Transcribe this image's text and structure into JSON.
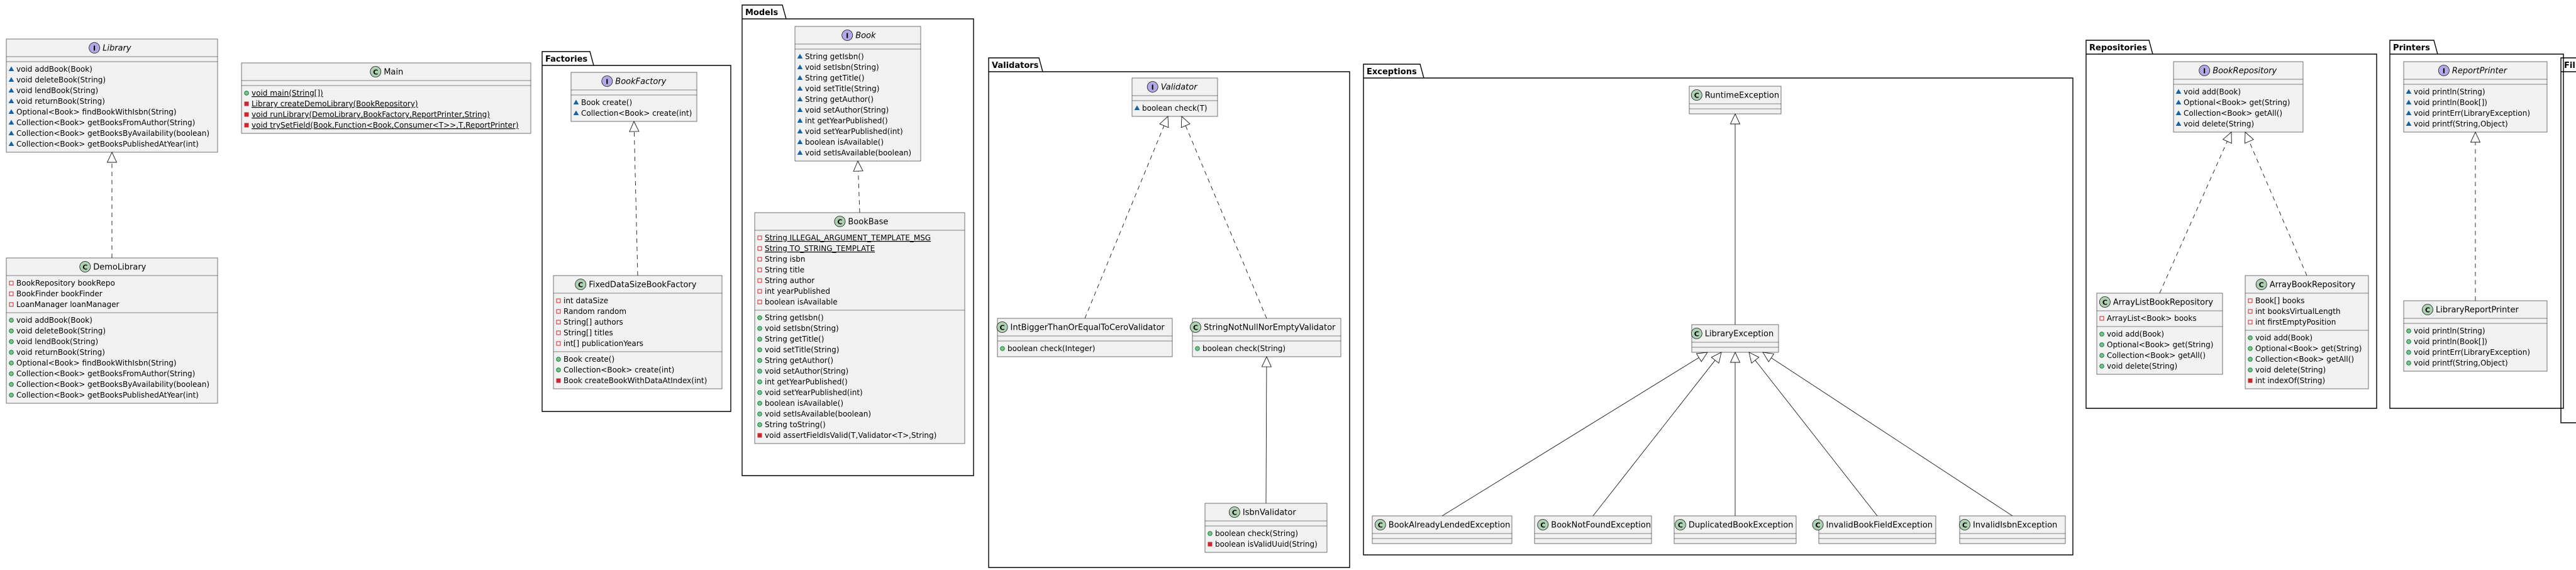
{
  "colors": {
    "class_fill": "#f1f1f1",
    "border": "#181818",
    "class_badge": "#add1b2",
    "interface_badge": "#b4a7e5",
    "public": "#84be84",
    "private": "#c82930",
    "package_access": "#1963a0",
    "package_private": "#c82930"
  },
  "packages": [
    {
      "id": "factories",
      "name": "Factories"
    },
    {
      "id": "models",
      "name": "Models"
    },
    {
      "id": "validators",
      "name": "Validators"
    },
    {
      "id": "exceptions",
      "name": "Exceptions"
    },
    {
      "id": "repositories",
      "name": "Repositories"
    },
    {
      "id": "printers",
      "name": "Printers"
    },
    {
      "id": "filters",
      "name": "Fil"
    }
  ],
  "classes": [
    {
      "id": "Library",
      "kind": "interface",
      "name": "Library",
      "fields": [],
      "methods": [
        {
          "vis": "package",
          "text": "void addBook(Book)"
        },
        {
          "vis": "package",
          "text": "void deleteBook(String)"
        },
        {
          "vis": "package",
          "text": "void lendBook(String)"
        },
        {
          "vis": "package",
          "text": "void returnBook(String)"
        },
        {
          "vis": "package",
          "text": "Optional<Book> findBookWithIsbn(String)"
        },
        {
          "vis": "package",
          "text": "Collection<Book> getBooksFromAuthor(String)"
        },
        {
          "vis": "package",
          "text": "Collection<Book> getBooksByAvailability(boolean)"
        },
        {
          "vis": "package",
          "text": "Collection<Book> getBooksPublishedAtYear(int)"
        }
      ]
    },
    {
      "id": "DemoLibrary",
      "kind": "class",
      "name": "DemoLibrary",
      "fields": [
        {
          "vis": "private",
          "text": "BookRepository bookRepo"
        },
        {
          "vis": "private",
          "text": "BookFinder bookFinder"
        },
        {
          "vis": "private",
          "text": "LoanManager loanManager"
        }
      ],
      "methods": [
        {
          "vis": "public",
          "text": "void addBook(Book)"
        },
        {
          "vis": "public",
          "text": "void deleteBook(String)"
        },
        {
          "vis": "public",
          "text": "void lendBook(String)"
        },
        {
          "vis": "public",
          "text": "void returnBook(String)"
        },
        {
          "vis": "public",
          "text": "Optional<Book> findBookWithIsbn(String)"
        },
        {
          "vis": "public",
          "text": "Collection<Book> getBooksFromAuthor(String)"
        },
        {
          "vis": "public",
          "text": "Collection<Book> getBooksByAvailability(boolean)"
        },
        {
          "vis": "public",
          "text": "Collection<Book> getBooksPublishedAtYear(int)"
        }
      ]
    },
    {
      "id": "Main",
      "kind": "class",
      "name": "Main",
      "fields": [],
      "methods": [
        {
          "vis": "public",
          "text": "void main(String[])",
          "static": true
        },
        {
          "vis": "private",
          "text": "Library createDemoLibrary(BookRepository)",
          "static": true
        },
        {
          "vis": "private",
          "text": "void runLibrary(DemoLibrary,BookFactory,ReportPrinter,String)",
          "static": true
        },
        {
          "vis": "private",
          "text": "void trySetField(Book,Function<Book,Consumer<T>>,T,ReportPrinter)",
          "static": true
        }
      ]
    },
    {
      "id": "BookFactory",
      "kind": "interface",
      "name": "BookFactory",
      "fields": [],
      "methods": [
        {
          "vis": "package",
          "text": "Book create()"
        },
        {
          "vis": "package",
          "text": "Collection<Book> create(int)"
        }
      ]
    },
    {
      "id": "FixedDataSizeBookFactory",
      "kind": "class",
      "name": "FixedDataSizeBookFactory",
      "fields": [
        {
          "vis": "private",
          "text": "int dataSize"
        },
        {
          "vis": "private",
          "text": "Random random"
        },
        {
          "vis": "private",
          "text": "String[] authors"
        },
        {
          "vis": "private",
          "text": "String[] titles"
        },
        {
          "vis": "private",
          "text": "int[] publicationYears"
        }
      ],
      "methods": [
        {
          "vis": "public",
          "text": "Book create()"
        },
        {
          "vis": "public",
          "text": "Collection<Book> create(int)"
        },
        {
          "vis": "private",
          "text": "Book createBookWithDataAtIndex(int)"
        }
      ]
    },
    {
      "id": "Book",
      "kind": "interface",
      "name": "Book",
      "fields": [],
      "methods": [
        {
          "vis": "package",
          "text": "String getIsbn()"
        },
        {
          "vis": "package",
          "text": "void setIsbn(String)"
        },
        {
          "vis": "package",
          "text": "String getTitle()"
        },
        {
          "vis": "package",
          "text": "void setTitle(String)"
        },
        {
          "vis": "package",
          "text": "String getAuthor()"
        },
        {
          "vis": "package",
          "text": "void setAuthor(String)"
        },
        {
          "vis": "package",
          "text": "int getYearPublished()"
        },
        {
          "vis": "package",
          "text": "void setYearPublished(int)"
        },
        {
          "vis": "package",
          "text": "boolean isAvailable()"
        },
        {
          "vis": "package",
          "text": "void setIsAvailable(boolean)"
        }
      ]
    },
    {
      "id": "BookBase",
      "kind": "class",
      "name": "BookBase",
      "fields": [
        {
          "vis": "private",
          "text": "String ILLEGAL_ARGUMENT_TEMPLATE_MSG",
          "static": true
        },
        {
          "vis": "private",
          "text": "String TO_STRING_TEMPLATE",
          "static": true
        },
        {
          "vis": "private",
          "text": "String isbn"
        },
        {
          "vis": "private",
          "text": "String title"
        },
        {
          "vis": "private",
          "text": "String author"
        },
        {
          "vis": "private",
          "text": "int yearPublished"
        },
        {
          "vis": "private",
          "text": "boolean isAvailable"
        }
      ],
      "methods": [
        {
          "vis": "public",
          "text": "String getIsbn()"
        },
        {
          "vis": "public",
          "text": "void setIsbn(String)"
        },
        {
          "vis": "public",
          "text": "String getTitle()"
        },
        {
          "vis": "public",
          "text": "void setTitle(String)"
        },
        {
          "vis": "public",
          "text": "String getAuthor()"
        },
        {
          "vis": "public",
          "text": "void setAuthor(String)"
        },
        {
          "vis": "public",
          "text": "int getYearPublished()"
        },
        {
          "vis": "public",
          "text": "void setYearPublished(int)"
        },
        {
          "vis": "public",
          "text": "boolean isAvailable()"
        },
        {
          "vis": "public",
          "text": "void setIsAvailable(boolean)"
        },
        {
          "vis": "public",
          "text": "String toString()"
        },
        {
          "vis": "private",
          "text": "void assertFieldIsValid(T,Validator<T>,String)"
        }
      ]
    },
    {
      "id": "Validator",
      "kind": "interface",
      "name": "Validator",
      "fields": [],
      "methods": [
        {
          "vis": "package",
          "text": "boolean check(T)"
        }
      ]
    },
    {
      "id": "IntBiggerThanOrEqualToCeroValidator",
      "kind": "class",
      "name": "IntBiggerThanOrEqualToCeroValidator",
      "fields": [],
      "methods": [
        {
          "vis": "public",
          "text": "boolean check(Integer)"
        }
      ]
    },
    {
      "id": "StringNotNullNorEmptyValidator",
      "kind": "class",
      "name": "StringNotNullNorEmptyValidator",
      "fields": [],
      "methods": [
        {
          "vis": "public",
          "text": "boolean check(String)"
        }
      ]
    },
    {
      "id": "IsbnValidator",
      "kind": "class",
      "name": "IsbnValidator",
      "fields": [],
      "methods": [
        {
          "vis": "public",
          "text": "boolean check(String)"
        },
        {
          "vis": "private",
          "text": "boolean isValidUuid(String)"
        }
      ]
    },
    {
      "id": "RuntimeException",
      "kind": "class",
      "name": "RuntimeException",
      "fields": [],
      "methods": []
    },
    {
      "id": "LibraryException",
      "kind": "class",
      "name": "LibraryException",
      "fields": [],
      "methods": []
    },
    {
      "id": "BookAlreadyLendedException",
      "kind": "class",
      "name": "BookAlreadyLendedException",
      "fields": [],
      "methods": []
    },
    {
      "id": "BookNotFoundException",
      "kind": "class",
      "name": "BookNotFoundException",
      "fields": [],
      "methods": []
    },
    {
      "id": "DuplicatedBookException",
      "kind": "class",
      "name": "DuplicatedBookException",
      "fields": [],
      "methods": []
    },
    {
      "id": "InvalidBookFieldException",
      "kind": "class",
      "name": "InvalidBookFieldException",
      "fields": [],
      "methods": []
    },
    {
      "id": "InvalidIsbnException",
      "kind": "class",
      "name": "InvalidIsbnException",
      "fields": [],
      "methods": []
    },
    {
      "id": "BookRepository",
      "kind": "interface",
      "name": "BookRepository",
      "fields": [],
      "methods": [
        {
          "vis": "package",
          "text": "void add(Book)"
        },
        {
          "vis": "package",
          "text": "Optional<Book> get(String)"
        },
        {
          "vis": "package",
          "text": "Collection<Book> getAll()"
        },
        {
          "vis": "package",
          "text": "void delete(String)"
        }
      ]
    },
    {
      "id": "ArrayListBookRepository",
      "kind": "class",
      "name": "ArrayListBookRepository",
      "fields": [
        {
          "vis": "private",
          "text": "ArrayList<Book> books"
        }
      ],
      "methods": [
        {
          "vis": "public",
          "text": "void add(Book)"
        },
        {
          "vis": "public",
          "text": "Optional<Book> get(String)"
        },
        {
          "vis": "public",
          "text": "Collection<Book> getAll()"
        },
        {
          "vis": "public",
          "text": "void delete(String)"
        }
      ]
    },
    {
      "id": "ArrayBookRepository",
      "kind": "class",
      "name": "ArrayBookRepository",
      "fields": [
        {
          "vis": "private",
          "text": "Book[] books"
        },
        {
          "vis": "private",
          "text": "int booksVirtualLength"
        },
        {
          "vis": "private",
          "text": "int firstEmptyPosition"
        }
      ],
      "methods": [
        {
          "vis": "public",
          "text": "void add(Book)"
        },
        {
          "vis": "public",
          "text": "Optional<Book> get(String)"
        },
        {
          "vis": "public",
          "text": "Collection<Book> getAll()"
        },
        {
          "vis": "public",
          "text": "void delete(String)"
        },
        {
          "vis": "private",
          "text": "int indexOf(String)"
        }
      ]
    },
    {
      "id": "ReportPrinter",
      "kind": "interface",
      "name": "ReportPrinter",
      "fields": [],
      "methods": [
        {
          "vis": "package",
          "text": "void println(String)"
        },
        {
          "vis": "package",
          "text": "void println(Book[])"
        },
        {
          "vis": "package",
          "text": "void printErr(LibraryException)"
        },
        {
          "vis": "package",
          "text": "void printf(String,Object)"
        }
      ]
    },
    {
      "id": "LibraryReportPrinter",
      "kind": "class",
      "name": "LibraryReportPrinter",
      "fields": [],
      "methods": [
        {
          "vis": "public",
          "text": "void println(String)"
        },
        {
          "vis": "public",
          "text": "void println(Book[])"
        },
        {
          "vis": "public",
          "text": "void printErr(LibraryException)"
        },
        {
          "vis": "public",
          "text": "void printf(String,Object)"
        }
      ]
    }
  ],
  "relations": [
    {
      "from": "DemoLibrary",
      "to": "Library",
      "type": "implements"
    },
    {
      "from": "FixedDataSizeBookFactory",
      "to": "BookFactory",
      "type": "implements"
    },
    {
      "from": "BookBase",
      "to": "Book",
      "type": "implements"
    },
    {
      "from": "IntBiggerThanOrEqualToCeroValidator",
      "to": "Validator",
      "type": "implements"
    },
    {
      "from": "StringNotNullNorEmptyValidator",
      "to": "Validator",
      "type": "implements"
    },
    {
      "from": "IsbnValidator",
      "to": "StringNotNullNorEmptyValidator",
      "type": "extends"
    },
    {
      "from": "LibraryException",
      "to": "RuntimeException",
      "type": "extends"
    },
    {
      "from": "BookAlreadyLendedException",
      "to": "LibraryException",
      "type": "extends"
    },
    {
      "from": "BookNotFoundException",
      "to": "LibraryException",
      "type": "extends"
    },
    {
      "from": "DuplicatedBookException",
      "to": "LibraryException",
      "type": "extends"
    },
    {
      "from": "InvalidBookFieldException",
      "to": "LibraryException",
      "type": "extends"
    },
    {
      "from": "InvalidIsbnException",
      "to": "LibraryException",
      "type": "extends"
    },
    {
      "from": "ArrayListBookRepository",
      "to": "BookRepository",
      "type": "implements"
    },
    {
      "from": "ArrayBookRepository",
      "to": "BookRepository",
      "type": "implements"
    },
    {
      "from": "LibraryReportPrinter",
      "to": "ReportPrinter",
      "type": "implements"
    }
  ]
}
